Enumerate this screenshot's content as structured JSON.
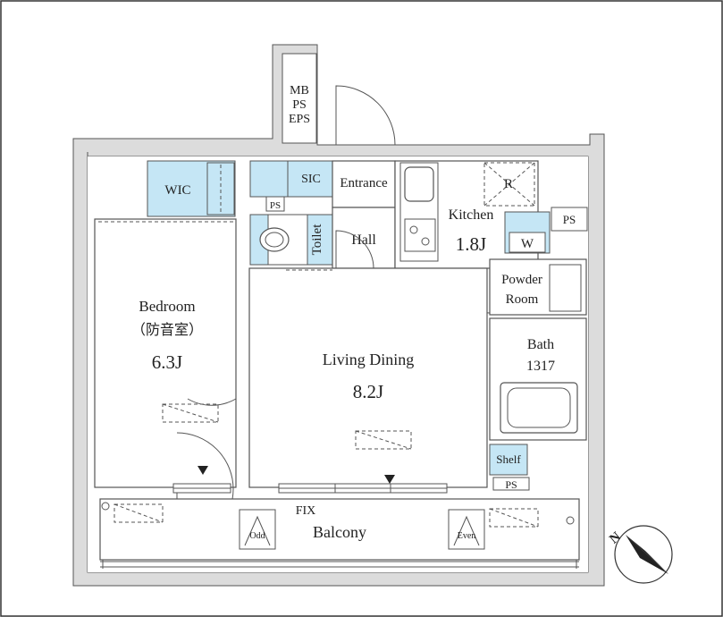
{
  "plan": {
    "rooms": {
      "wic": "WIC",
      "sic": "SIC",
      "ps_toilet": "PS",
      "entrance": "Entrance",
      "toilet": "Toilet",
      "hall": "Hall",
      "mb_ps_eps_line1": "MB",
      "mb_ps_eps_line2": "PS",
      "mb_ps_eps_line3": "EPS",
      "kitchen": "Kitchen",
      "kitchen_size": "1.8J",
      "fridge": "R",
      "washer": "W",
      "ps_kitchen": "PS",
      "powder_line1": "Powder",
      "powder_line2": "Room",
      "bath": "Bath",
      "bath_size": "1317",
      "shelf": "Shelf",
      "ps_bath": "PS",
      "bedroom": "Bedroom",
      "bedroom_note": "（防音室）",
      "bedroom_size": "6.3J",
      "living": "Living Dining",
      "living_size": "8.2J",
      "fix": "FIX",
      "balcony": "Balcony",
      "odd": "Odd",
      "even": "Even"
    },
    "compass": "N",
    "colors": {
      "wall": "#dcdcdc",
      "water": "#c5e6f5",
      "line": "#555555"
    }
  }
}
